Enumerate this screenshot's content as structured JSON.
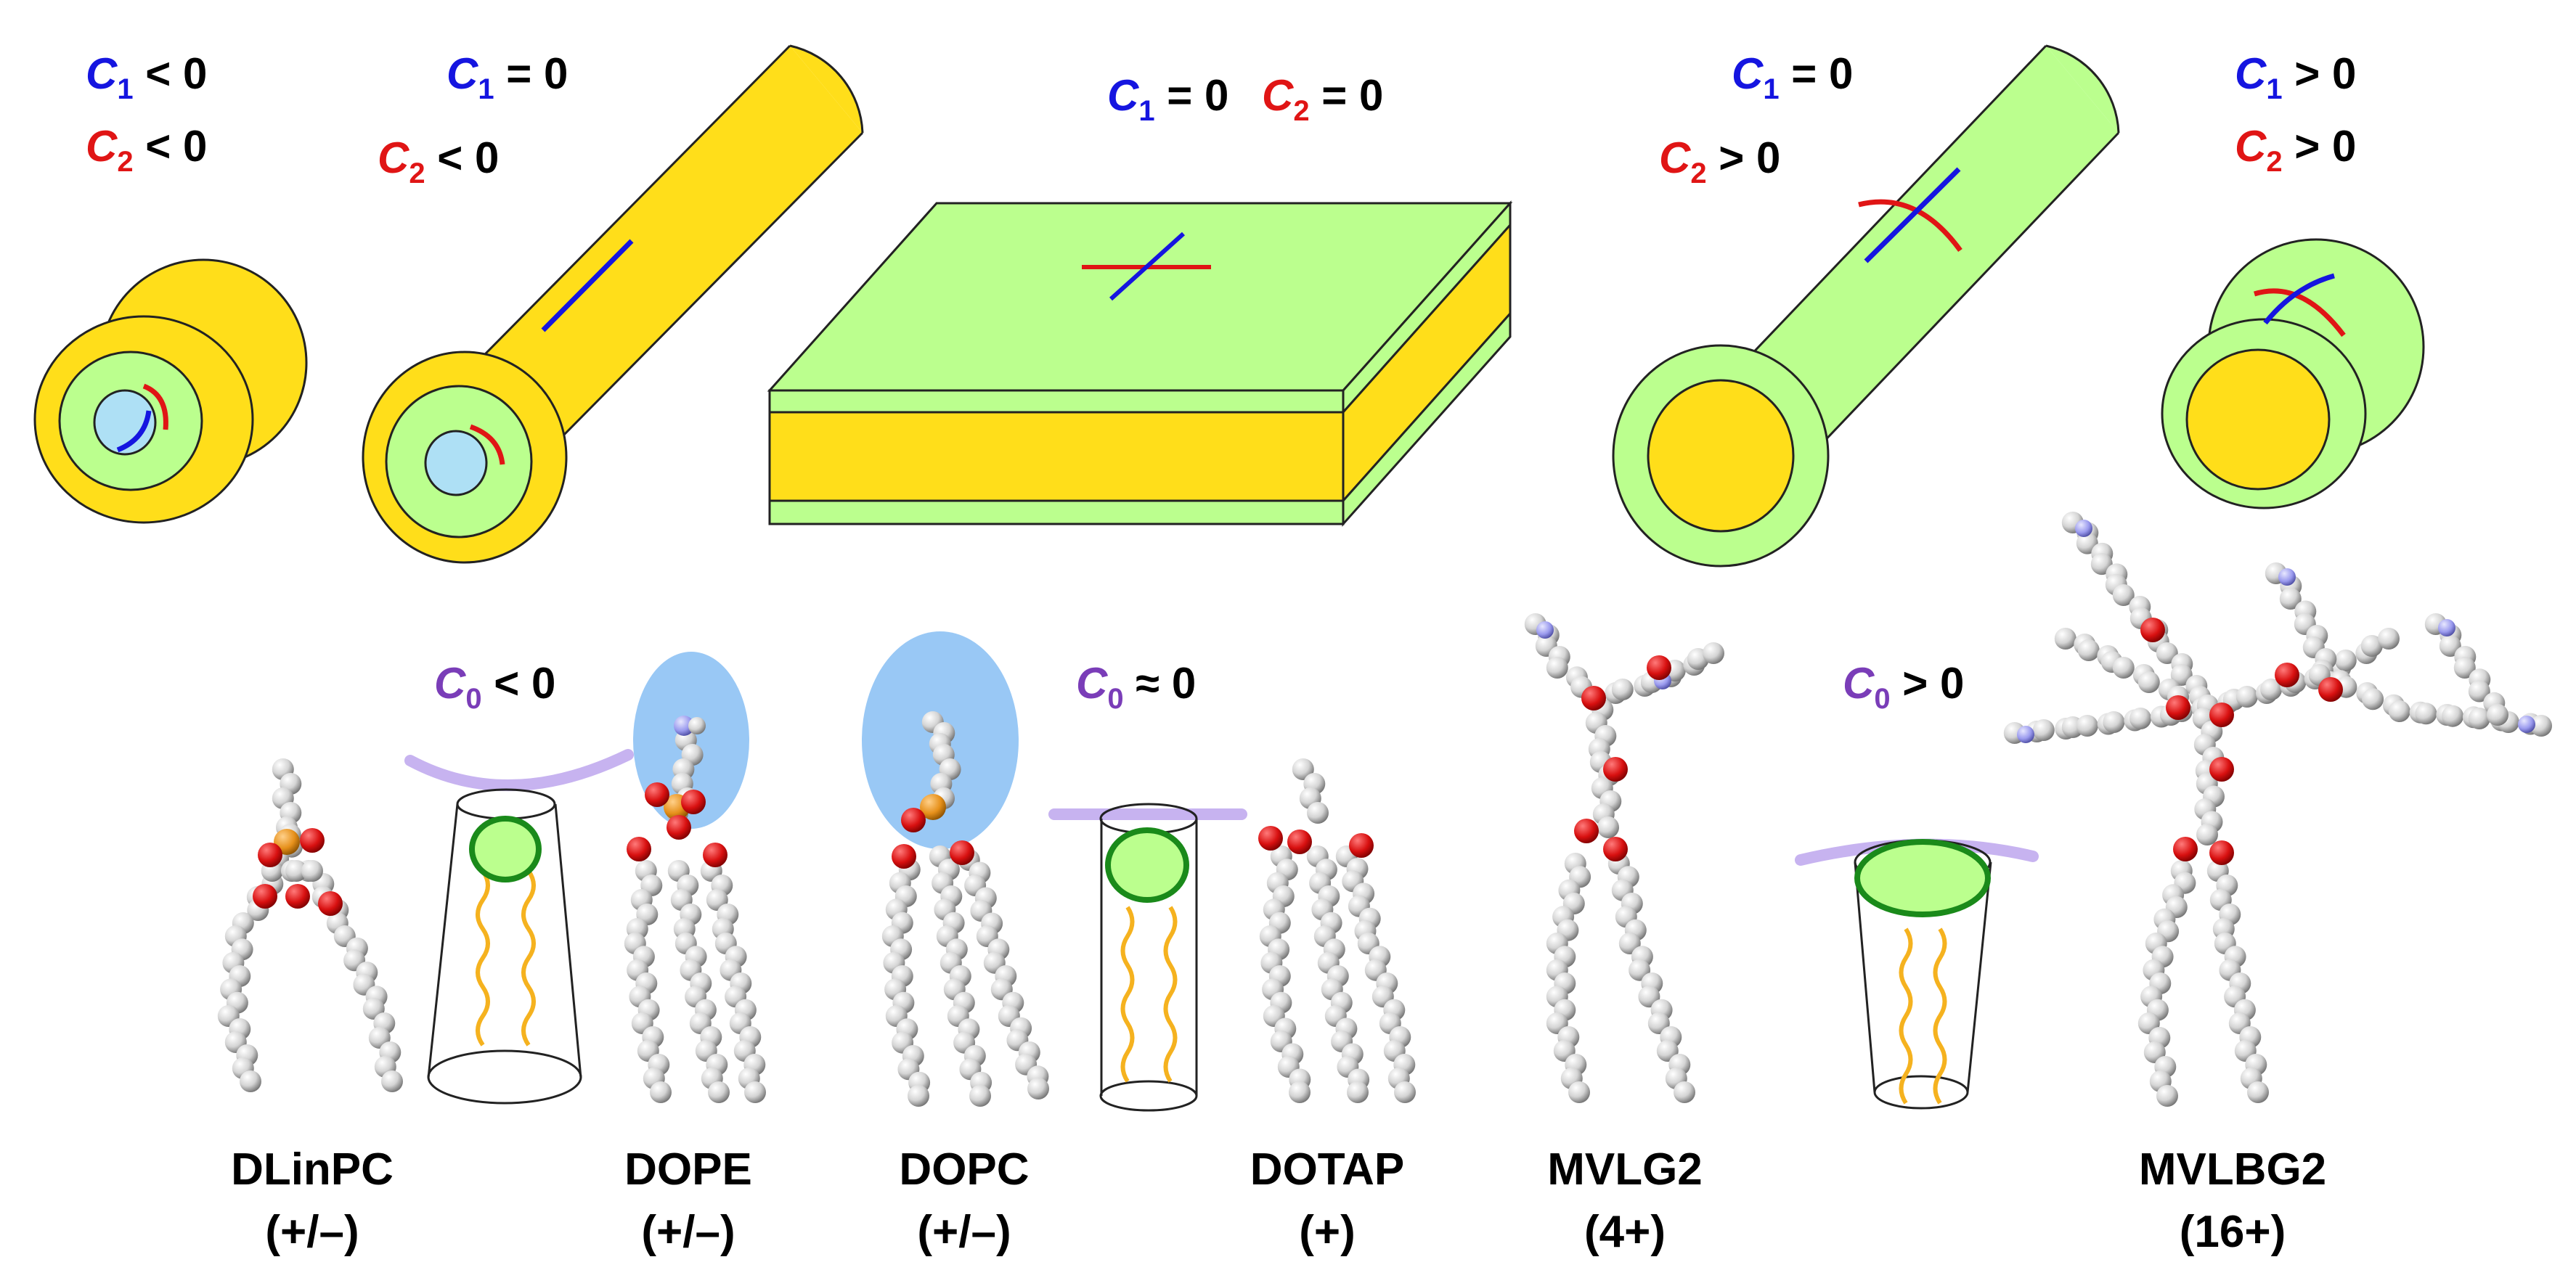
{
  "colors": {
    "c1": "#1515e0",
    "c2": "#e01515",
    "c0": "#7a3db8",
    "yellow": "#ffde1a",
    "green": "#bbff8e",
    "lightblue": "#aee0f5",
    "head_blue": "#99c8f5",
    "head_ring": "#1a8a1a",
    "tail": "#f5b21f",
    "plane": "#c7b3f0"
  },
  "curvatures": [
    {
      "c1": {
        "sym": "C",
        "sub": "1",
        "rel": " < 0"
      },
      "c2": {
        "sym": "C",
        "sub": "2",
        "rel": " < 0"
      }
    },
    {
      "c1": {
        "sym": "C",
        "sub": "1",
        "rel": " = 0"
      },
      "c2": {
        "sym": "C",
        "sub": "2",
        "rel": " < 0"
      }
    },
    {
      "c1": {
        "sym": "C",
        "sub": "1",
        "rel": " = 0"
      },
      "c2": {
        "sym": "C",
        "sub": "2",
        "rel": " = 0"
      }
    },
    {
      "c1": {
        "sym": "C",
        "sub": "1",
        "rel": " = 0"
      },
      "c2": {
        "sym": "C",
        "sub": "2",
        "rel": " > 0"
      }
    },
    {
      "c1": {
        "sym": "C",
        "sub": "1",
        "rel": " > 0"
      },
      "c2": {
        "sym": "C",
        "sub": "2",
        "rel": " > 0"
      }
    }
  ],
  "spontaneous": [
    {
      "sym": "C",
      "sub": "0",
      "rel": " < 0"
    },
    {
      "sym": "C",
      "sub": "0",
      "rel": " ≈ 0"
    },
    {
      "sym": "C",
      "sub": "0",
      "rel": " > 0"
    }
  ],
  "lipids": [
    {
      "name": "DLinPC",
      "charge": "(+/–)"
    },
    {
      "name": "DOPE",
      "charge": "(+/–)"
    },
    {
      "name": "DOPC",
      "charge": "(+/–)"
    },
    {
      "name": "DOTAP",
      "charge": "(+)"
    },
    {
      "name": "MVLG2",
      "charge": "(4+)"
    },
    {
      "name": "MVLBG2",
      "charge": "(16+)"
    }
  ]
}
